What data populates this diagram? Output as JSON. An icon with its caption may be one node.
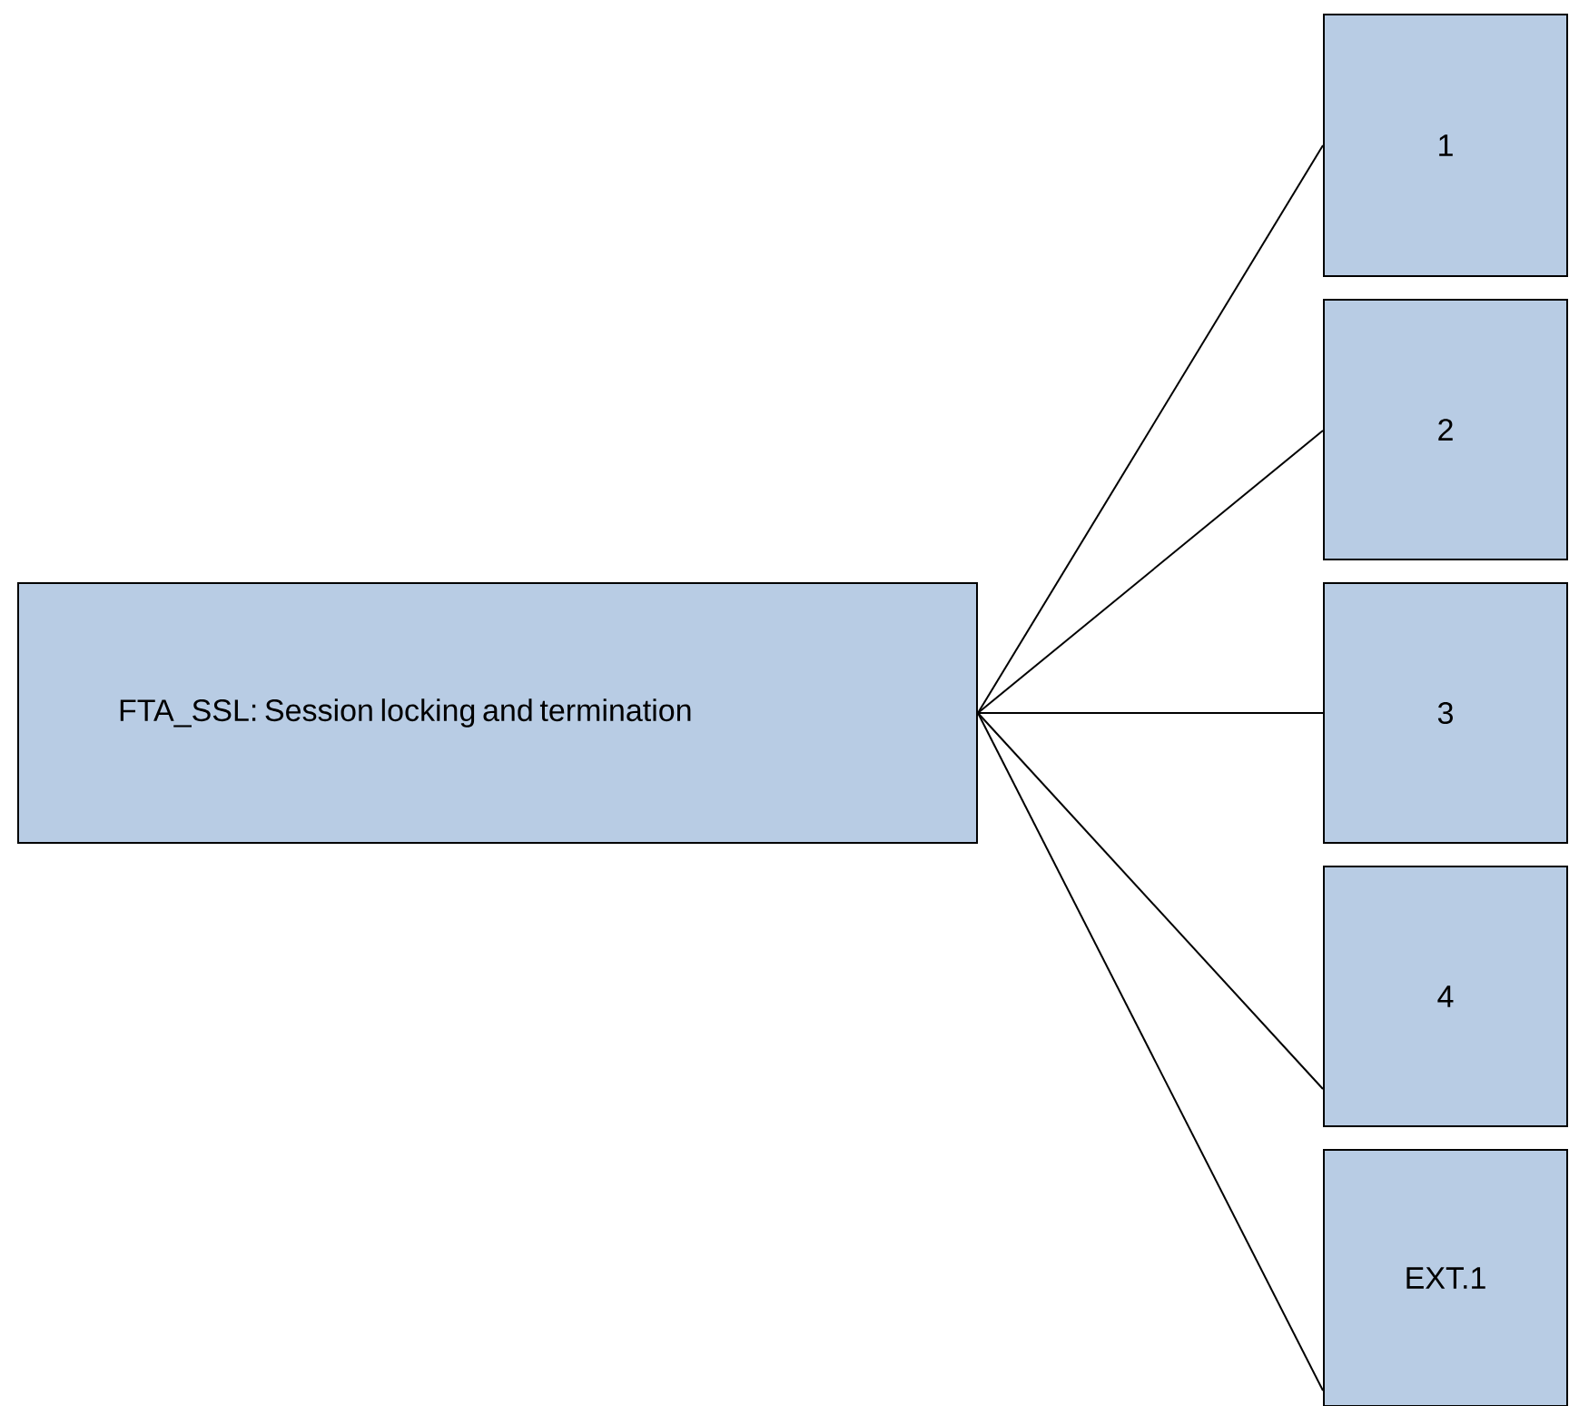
{
  "diagram": {
    "nodes": [
      {
        "text": [
          "FTA_SSL: Session locking and termination"
        ]
      },
      {
        "text": [
          "1"
        ]
      },
      {
        "text": [
          "2"
        ]
      },
      {
        "text": [
          "3"
        ]
      },
      {
        "text": [
          "4"
        ]
      },
      {
        "text": [
          "EXT.1"
        ]
      }
    ],
    "edges": [
      {
        "from": 0,
        "to": 1,
        "arrow": "none"
      },
      {
        "from": 0,
        "to": 2,
        "arrow": "none"
      },
      {
        "from": 0,
        "to": 3,
        "arrow": "none"
      },
      {
        "from": 0,
        "to": 4,
        "arrow": "none"
      },
      {
        "from": 0,
        "to": 5,
        "arrow": "none"
      }
    ]
  }
}
